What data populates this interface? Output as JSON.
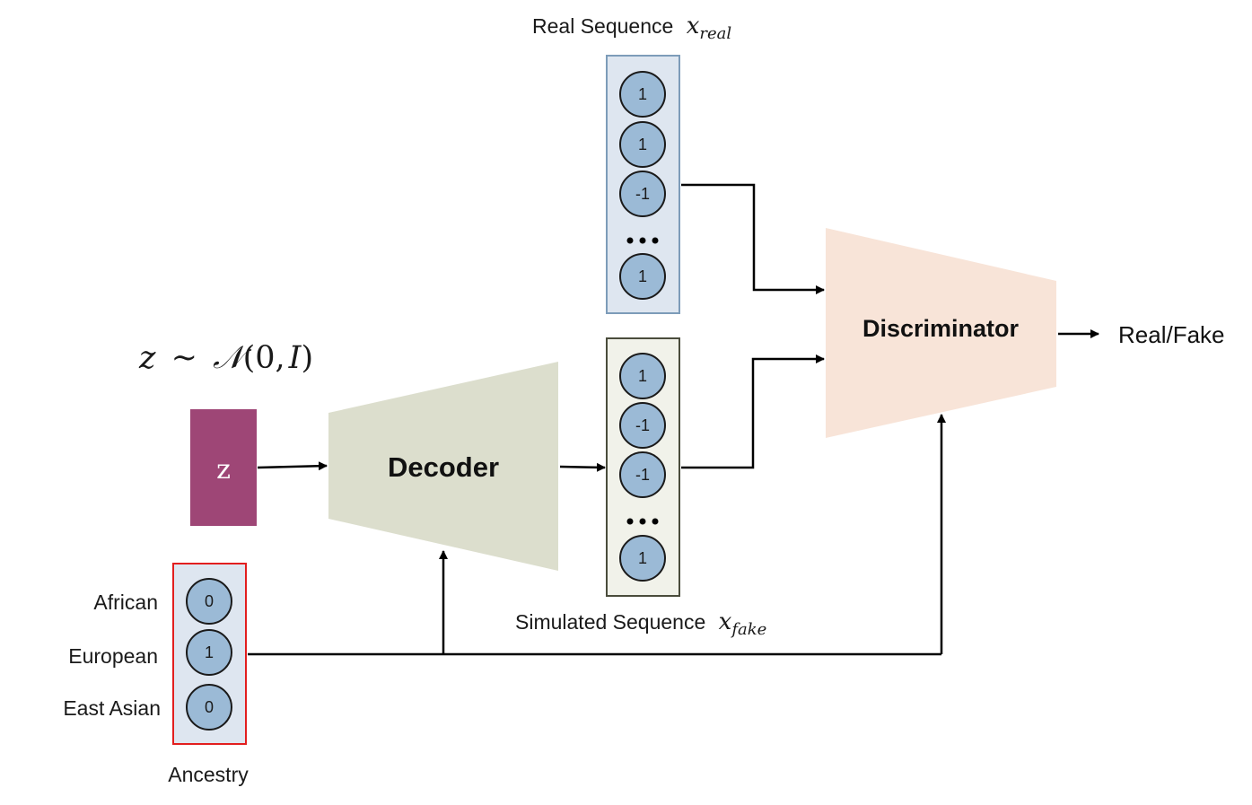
{
  "formula": {
    "lhs": "z",
    "tilde": "~",
    "dist": "𝒩",
    "args": "(0,",
    "cov": "I",
    "close": ")"
  },
  "latent": {
    "label": "z"
  },
  "decoder": {
    "label": "Decoder"
  },
  "discriminator": {
    "label": "Discriminator"
  },
  "output": {
    "label": "Real/Fake"
  },
  "real_sequence": {
    "title": "Real Sequence",
    "symbol_base": "x",
    "symbol_sub": "real",
    "values": [
      "1",
      "1",
      "-1",
      "1"
    ]
  },
  "fake_sequence": {
    "title": "Simulated Sequence",
    "symbol_base": "x",
    "symbol_sub": "fake",
    "values": [
      "1",
      "-1",
      "-1",
      "1"
    ]
  },
  "ancestry": {
    "title": "Ancestry",
    "items": [
      {
        "label": "African",
        "value": "0"
      },
      {
        "label": "European",
        "value": "1"
      },
      {
        "label": "East Asian",
        "value": "0"
      }
    ]
  },
  "colors": {
    "latent_fill": "#9e4676",
    "decoder_fill": "#dcdecd",
    "discriminator_fill": "#f8e4d8",
    "real_box_fill": "#dee6f0",
    "real_box_stroke": "#7d9cb9",
    "fake_box_fill": "#f1f2ea",
    "fake_box_stroke": "#4a4c3c",
    "ancestry_box_fill": "#dee6f0",
    "ancestry_box_stroke": "#e21e1e",
    "node_fill": "#9bbad6"
  }
}
